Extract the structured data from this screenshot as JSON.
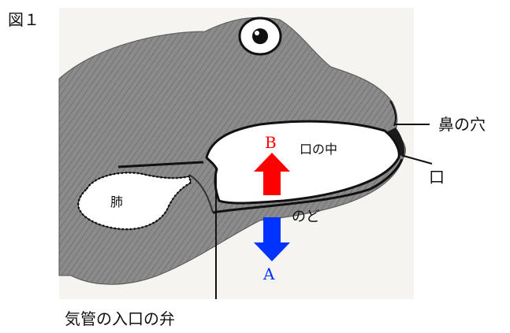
{
  "figure": {
    "title": "図１"
  },
  "labels": {
    "nostril": "鼻の穴",
    "mouth": "口",
    "inside_mouth": "口の中",
    "throat": "のど",
    "lung": "肺",
    "trachea_valve": "気管の入口の弁",
    "arrow_up": "B",
    "arrow_down": "A"
  },
  "colors": {
    "arrow_up": "#ff0000",
    "arrow_down": "#0033ff",
    "skin": "#8a8a8a",
    "skin_dark": "#6e6e6e",
    "cavity": "#ffffff",
    "line": "#111111",
    "paper": "#f6f4f1"
  }
}
